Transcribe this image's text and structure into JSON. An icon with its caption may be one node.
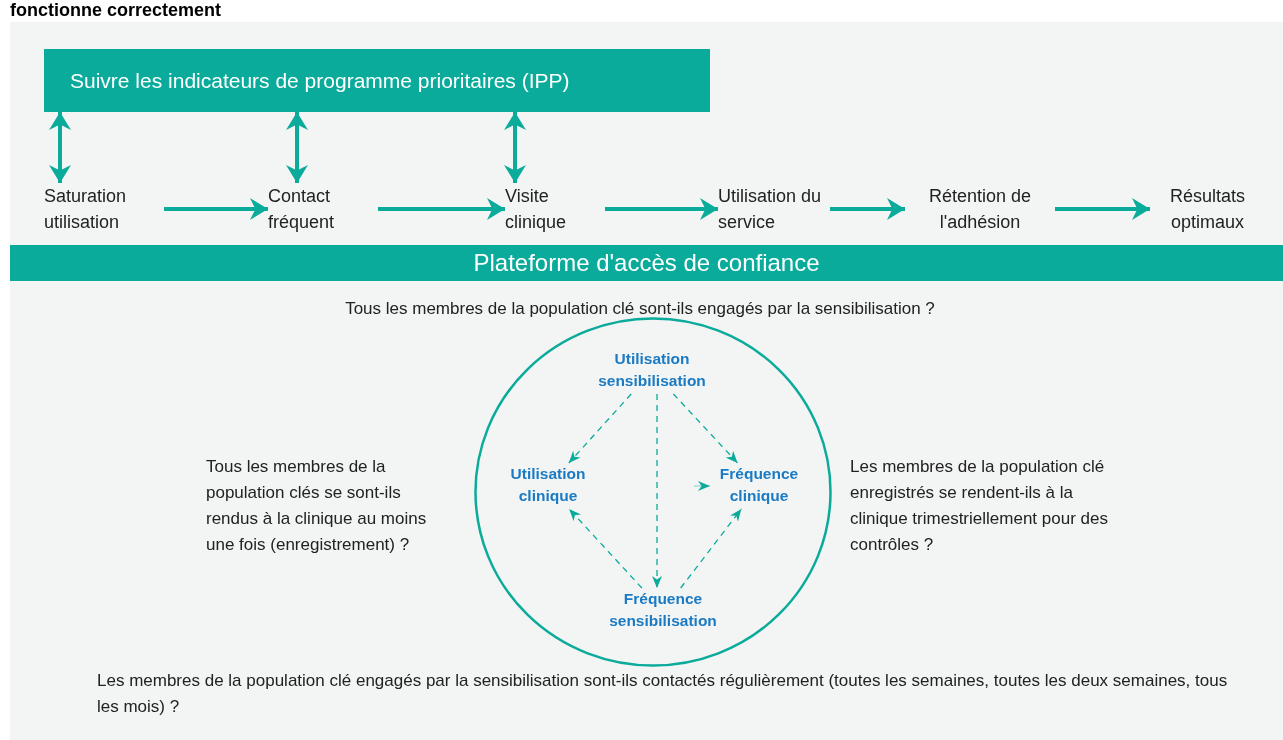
{
  "diagram": {
    "title": "fonctionne correctement",
    "nodes": [
      {
        "text": [
          "Suivre les indicateurs de programme prioritaires (IPP)"
        ]
      },
      {
        "text": [
          "Saturation utilisation"
        ]
      },
      {
        "text": [
          "Contact fréquent"
        ]
      },
      {
        "text": [
          "Visite clinique"
        ]
      },
      {
        "text": [
          "Utilisation du service"
        ]
      },
      {
        "text": [
          "Rétention de l'adhésion"
        ]
      },
      {
        "text": [
          "Résultats optimaux"
        ]
      },
      {
        "text": [
          "Plateforme d'accès de confiance"
        ]
      },
      {
        "text": [],
        "shape": "circle"
      },
      {
        "text": [
          "Utilisation sensibilisation"
        ],
        "in": 8
      },
      {
        "text": [
          "Utilisation clinique"
        ],
        "in": 8
      },
      {
        "text": [
          "Fréquence clinique"
        ],
        "in": 8
      },
      {
        "text": [
          "Fréquence sensibilisation"
        ],
        "in": 8
      }
    ],
    "edges": [
      {
        "from": 0,
        "to": 1,
        "arrow": "both"
      },
      {
        "from": 0,
        "to": 2,
        "arrow": "both"
      },
      {
        "from": 0,
        "to": 3,
        "arrow": "both"
      },
      {
        "from": 1,
        "to": 2,
        "arrow": "to"
      },
      {
        "from": 2,
        "to": 3,
        "arrow": "to"
      },
      {
        "from": 3,
        "to": 4,
        "arrow": "to"
      },
      {
        "from": 4,
        "to": 5,
        "arrow": "to"
      },
      {
        "from": 5,
        "to": 6,
        "arrow": "to"
      },
      {
        "from": 9,
        "to": 10,
        "arrow": "to",
        "style": "dashed"
      },
      {
        "from": 9,
        "to": 11,
        "arrow": "to",
        "style": "dashed"
      },
      {
        "from": 9,
        "to": 12,
        "arrow": "to",
        "style": "dashed"
      },
      {
        "from": 12,
        "to": 10,
        "arrow": "to",
        "style": "dashed"
      },
      {
        "from": 12,
        "to": 11,
        "arrow": "to",
        "style": "dashed"
      },
      {
        "from": null,
        "to": 11,
        "arrow": "to"
      }
    ],
    "labels": [
      "Tous les membres de la population clé sont-ils engagés par la sensibilisation ?",
      "Tous les membres de la population clés se sont-ils rendus à la clinique au moins une fois (enregistrement) ?",
      "Les membres de la population clé enregistrés se rendent-ils à la clinique trimestriellement pour des contrôles ?",
      "Les membres de la population clé engagés par la sensibilisation sont-ils contactés régulièrement (toutes les semaines, toutes les deux semaines, tous les mois) ?"
    ]
  }
}
